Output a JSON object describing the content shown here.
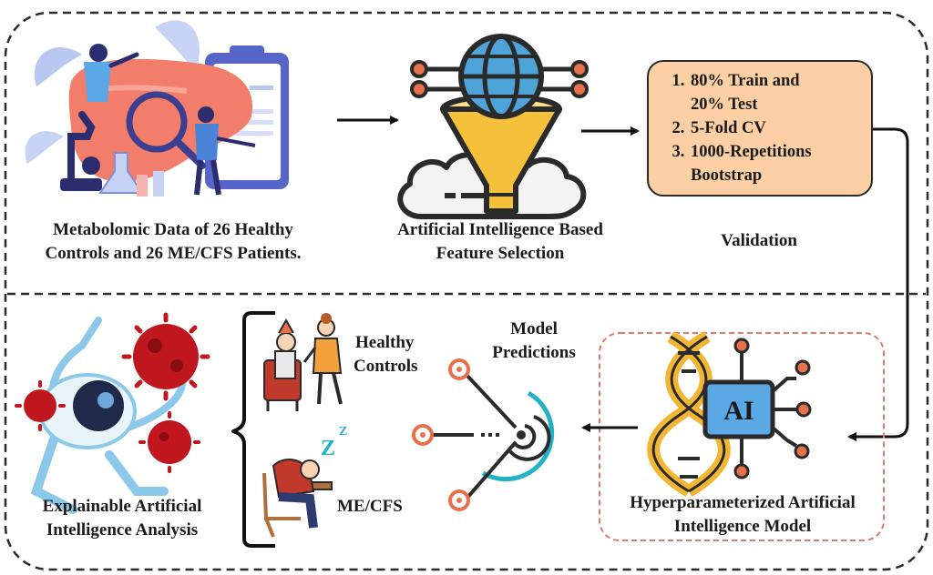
{
  "panels": {
    "metabolomic_data": {
      "line1": "Metabolomic Data of 26 Healthy",
      "line2": "Controls and 26 ME/CFS Patients."
    },
    "feature_selection": {
      "line1": "Artificial Intelligence Based",
      "line2": "Feature Selection"
    },
    "validation": {
      "title": "Validation",
      "items": [
        {
          "line1": "80% Train and",
          "line2": "20% Test"
        },
        {
          "line1": "5-Fold CV",
          "line2": ""
        },
        {
          "line1": "1000-Repetitions",
          "line2": "Bootstrap"
        }
      ]
    },
    "ai_model": {
      "badge": "AI",
      "line1": "Hyperparameterized Artificial",
      "line2": "Intelligence Model"
    },
    "predictions": {
      "title_line1": "Model",
      "title_line2": "Predictions",
      "class1_line1": "Healthy",
      "class1_line2": "Controls",
      "class2": "ME/CFS",
      "sleep_icon_text": "Z"
    },
    "xai": {
      "line1": "Explainable Artificial",
      "line2": "Intelligence Analysis"
    }
  },
  "colors": {
    "border": "#2b2b2b",
    "validation_fill": "#fcd0a4",
    "orange_accent": "#e8704a",
    "teal_accent": "#21b2c8",
    "globe_blue": "#4ea3d8",
    "funnel_yellow": "#f5c13a",
    "dna_yellow": "#f2b632",
    "ai_chip_blue": "#5aa9e6",
    "liver_salmon": "#f27d6b",
    "virus_red": "#c0171f",
    "dashed_red": "#e07a6e"
  }
}
